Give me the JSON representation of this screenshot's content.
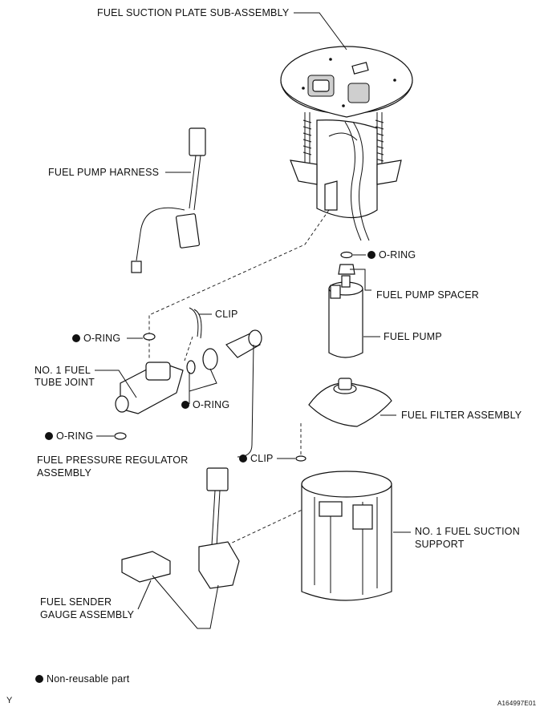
{
  "labels": {
    "fuel_suction_plate": "FUEL SUCTION PLATE SUB-ASSEMBLY",
    "fuel_pump_harness": "FUEL PUMP HARNESS",
    "o_ring_top": "O-RING",
    "fuel_pump_spacer": "FUEL PUMP SPACER",
    "clip_upper": "CLIP",
    "o_ring_left": "O-RING",
    "fuel_pump": "FUEL PUMP",
    "no1_fuel_tube_joint_1": "NO. 1 FUEL",
    "no1_fuel_tube_joint_2": "TUBE JOINT",
    "o_ring_mid": "O-RING",
    "fuel_filter_assembly": "FUEL FILTER ASSEMBLY",
    "o_ring_bottom": "O-RING",
    "clip_lower": "CLIP",
    "fuel_pressure_regulator_1": "FUEL PRESSURE REGULATOR",
    "fuel_pressure_regulator_2": "ASSEMBLY",
    "no1_fuel_suction_support_1": "NO. 1 FUEL SUCTION",
    "no1_fuel_suction_support_2": "SUPPORT",
    "fuel_sender_gauge_1": "FUEL SENDER",
    "fuel_sender_gauge_2": "GAUGE ASSEMBLY"
  },
  "legend": {
    "text": "Non-reusable part"
  },
  "footer": {
    "left_mark": "Y",
    "figure_id": "A164997E01"
  }
}
